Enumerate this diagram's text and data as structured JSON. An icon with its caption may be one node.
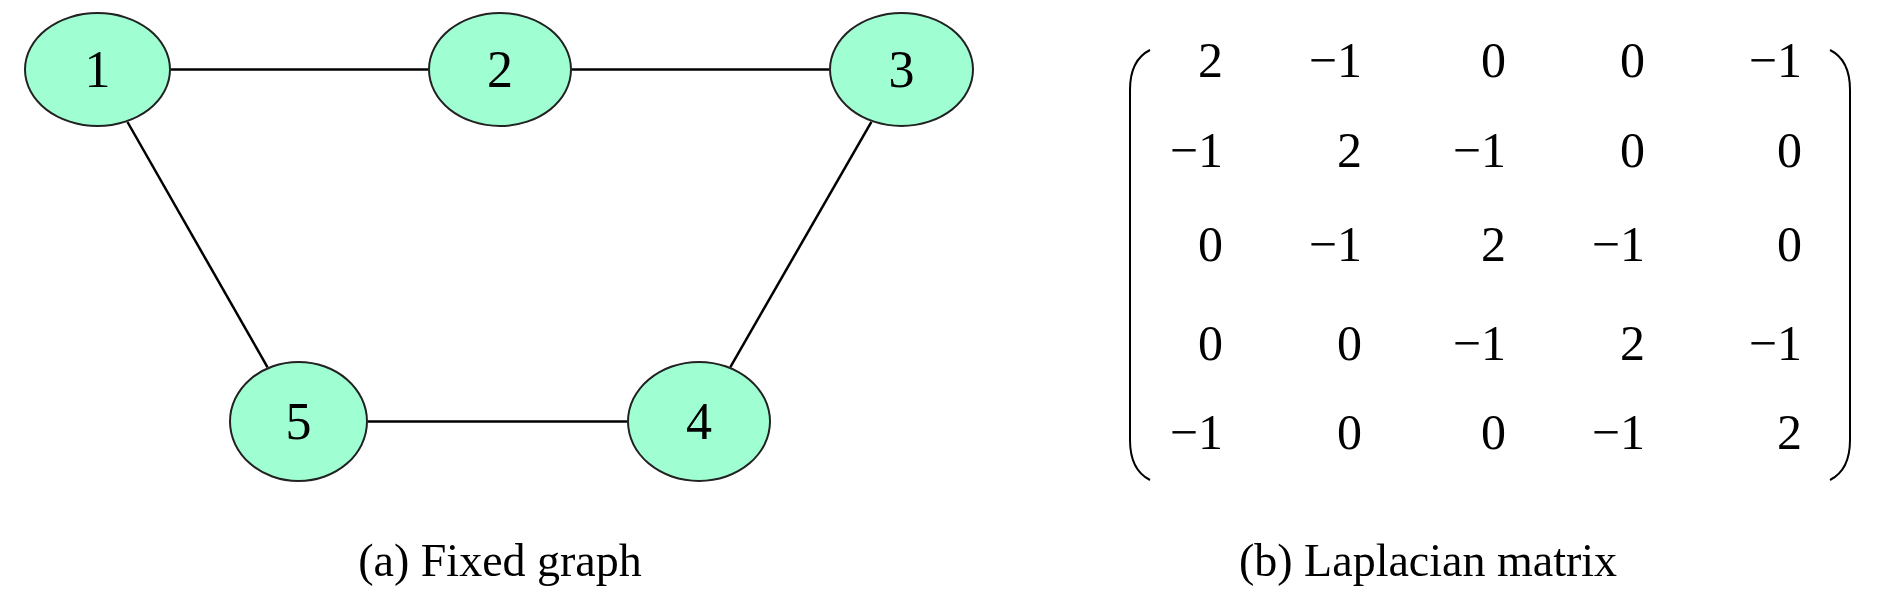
{
  "diagram": {
    "nodes": [
      {
        "text": [
          "1"
        ]
      },
      {
        "text": [
          "2"
        ]
      },
      {
        "text": [
          "3"
        ]
      },
      {
        "text": [
          "4"
        ]
      },
      {
        "text": [
          "5"
        ]
      }
    ],
    "edges": [
      {
        "from": 0,
        "to": 1,
        "arrow": "none"
      },
      {
        "from": 1,
        "to": 2,
        "arrow": "none"
      },
      {
        "from": 2,
        "to": 3,
        "arrow": "none"
      },
      {
        "from": 3,
        "to": 4,
        "arrow": "none"
      },
      {
        "from": 4,
        "to": 0,
        "arrow": "none"
      }
    ],
    "labels": [
      "2",
      "−1",
      "0",
      "0",
      "−1",
      "−1",
      "2",
      "−1",
      "0",
      "0",
      "0",
      "−1",
      "2",
      "−1",
      "0",
      "0",
      "0",
      "−1",
      "2",
      "−1",
      "−1",
      "0",
      "0",
      "−1",
      "2",
      "(a) Fixed graph",
      "(b) Laplacian matrix"
    ]
  }
}
